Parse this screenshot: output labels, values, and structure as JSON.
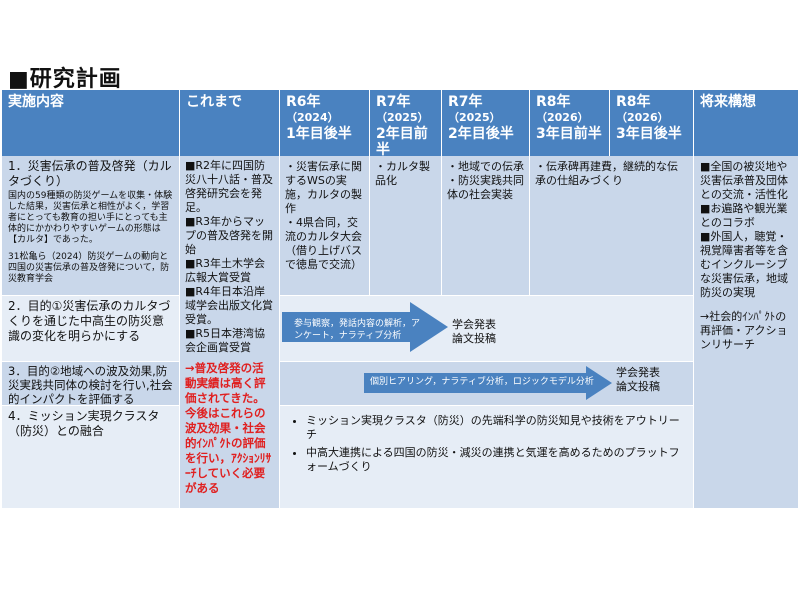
{
  "page": {
    "title": "■研究計画"
  },
  "header": {
    "col_content": "実施内容",
    "col_prior": "これまで",
    "r6_label": "R6年",
    "r6_year": "（2024）",
    "r6_term": "1年目後半",
    "r7a_label": "R7年",
    "r7a_year": "（2025）",
    "r7a_term": "2年目前半",
    "r7b_label": "R7年",
    "r7b_year": "（2025）",
    "r7b_term": "2年目後半",
    "r8a_label": "R8年",
    "r8a_year": "（2026）",
    "r8a_term": "3年目前半",
    "r8b_label": "R8年",
    "r8b_year": "（2026）",
    "r8b_term": "3年目後半",
    "col_future": "将来構想"
  },
  "rows": {
    "r1_title": "1．災害伝承の普及啓発（カルタづくり）",
    "r1_desc": "国内の59種類の防災ゲームを収集・体験した結果，災害伝承と相性がよく，学習者にとっても教育の担い手にとっても主体的にかかわりやすいゲームの形態は【カルタ】であった。",
    "r1_ref": "31松亀ら（2024）防災ゲームの動向と四国の災害伝承の普及啓発について，防災教育学会",
    "r2_title": "2．目的①災害伝承のカルタづくりを通じた中高生の防災意識の変化を明らかにする",
    "r3_title": "3．目的②地域への波及効果,防災実践共同体の検討を行い,社会的インパクトを評価する",
    "r4_title": "4．ミッション実現クラスタ（防災）との融合"
  },
  "prior": {
    "text": "■R2年に四国防災八十八話・普及啓発研究会を発足。\n■R3年からマップの普及啓発を開始\n■R3年土木学会広報大賞受賞\n■R4年日本沿岸域学会出版文化賞受賞。\n■R5日本港湾協会企画賞受賞",
    "note": "→普及啓発の活動実績は高く評価されてきた。今後はこれらの波及効果・社会的ｲﾝﾊﾟｸﾄの評価を行い，ｱｸｼｮﾝﾘｻｰﾁしていく必要がある"
  },
  "plan": {
    "r6_text": "・災害伝承に関するWSの実施，カルタの製作\n・4県合同，交流のカルタ大会（借り上げバスで徳島で交流）",
    "r7a_text": "・カルタ製品化",
    "r7b_text": "・地域での伝承\n・防災実践共同体の社会実装",
    "r8_text": "・伝承碑再建費，継続的な伝承の仕組みづくり",
    "arrow1_label": "参与観察，発話内容の解析，アンケート，ナラティブ分析",
    "arrow1_result": "学会発表\n論文投稿",
    "arrow2_label": "個別ヒアリング，ナラティブ分析，ロジックモデル分析",
    "arrow2_result": "学会発表\n論文投稿",
    "mission_items": [
      "ミッション実現クラスタ（防災）の先端科学の防災知見や技術をアウトリーチ",
      "中高大連携による四国の防災・減災の連携と気運を高めるためのプラットフォームづくり"
    ]
  },
  "future": {
    "text": "■全国の被災地や災害伝承普及団体との交流・活性化\n■お遍路や観光業とのコラボ\n■外国人，聴覚・視覚障害者等を含むインクルーシブな災害伝承，地域防災の実現",
    "note": "→社会的ｲﾝﾊﾟｸﾄの再評価・アクションリサーチ"
  },
  "colors": {
    "header": "#4a82c0",
    "body_dark": "#c9d7ea",
    "body_light": "#e6edf6",
    "arrow": "#4a82c0",
    "accent_red": "#e02020"
  }
}
